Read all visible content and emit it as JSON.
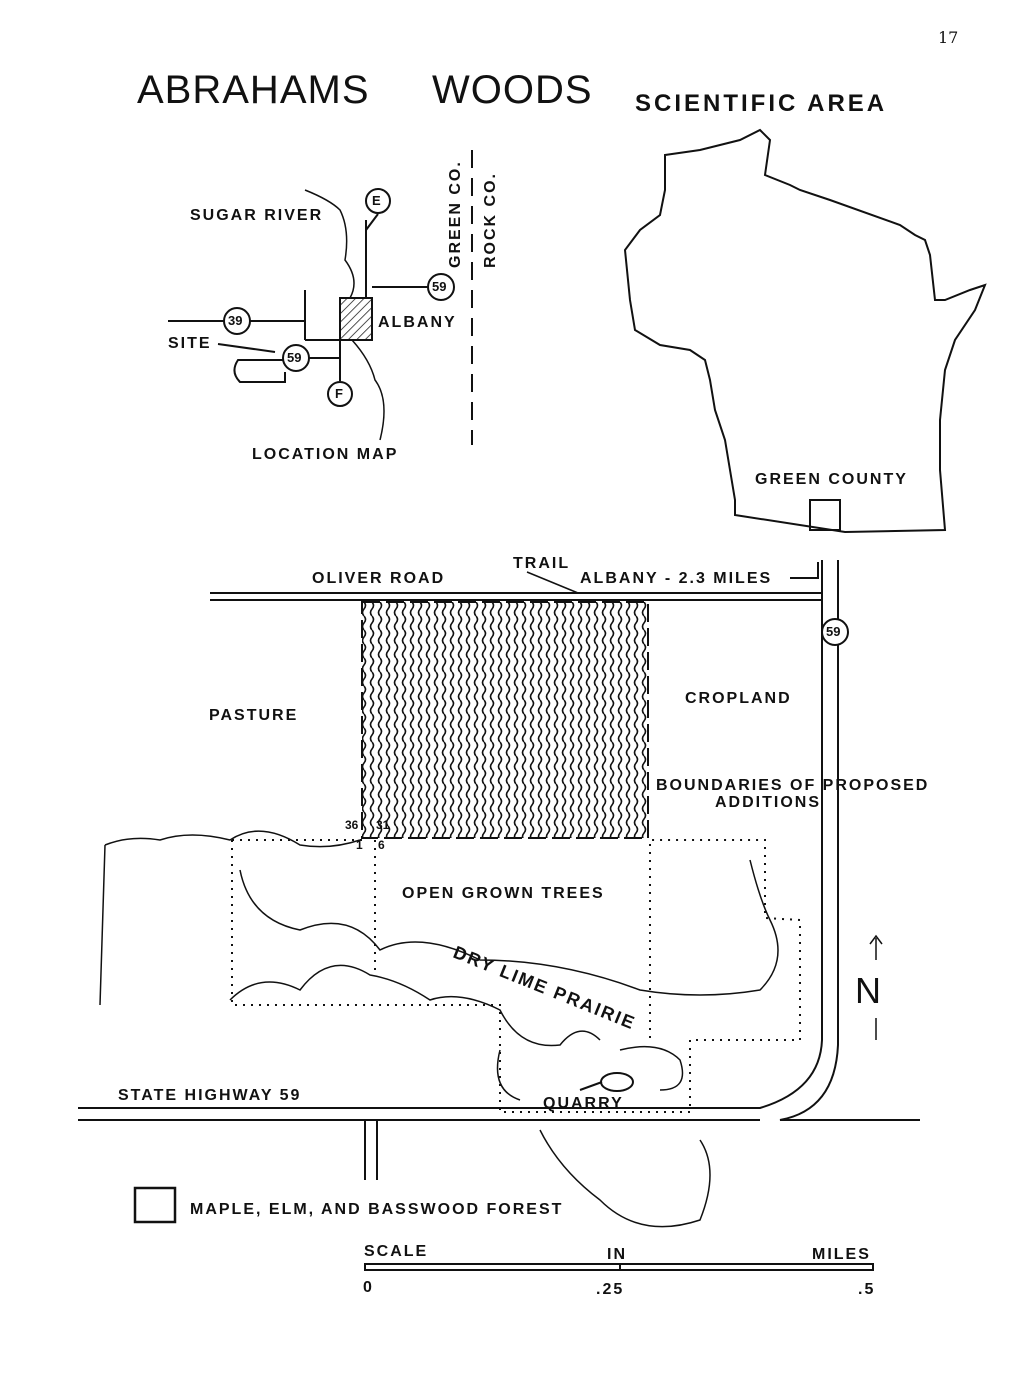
{
  "page_number": "17",
  "title": {
    "part1": "ABRAHAMS",
    "part2": "WOODS",
    "subtitle": "SCIENTIFIC AREA"
  },
  "location_map": {
    "sugar_river": "SUGAR RIVER",
    "albany": "ALBANY",
    "site": "SITE",
    "caption": "LOCATION MAP",
    "green_co": "GREEN CO.",
    "rock_co": "ROCK CO.",
    "routes": {
      "e": "E",
      "f": "F",
      "r59a": "59",
      "r59b": "59",
      "r39": "39"
    }
  },
  "state_map": {
    "county_label": "GREEN COUNTY"
  },
  "main_map": {
    "oliver_road": "OLIVER ROAD",
    "trail": "TRAIL",
    "albany_distance": "ALBANY - 2.3 MILES",
    "route_59": "59",
    "pasture": "PASTURE",
    "cropland": "CROPLAND",
    "boundaries_line1": "BOUNDARIES OF PROPOSED",
    "boundaries_line2": "ADDITIONS",
    "open_grown_trees": "OPEN GROWN TREES",
    "dry_lime_prairie": "DRY LIME PRAIRIE",
    "quarry": "QUARRY",
    "state_highway": "STATE HIGHWAY 59",
    "section_numbers": {
      "s36": "36",
      "s31": "31",
      "s1": "1",
      "s6": "6"
    },
    "north": "N"
  },
  "legend": {
    "forest": "MAPLE, ELM, AND BASSWOOD FOREST"
  },
  "scale": {
    "label": "SCALE",
    "unit_in": "IN",
    "unit_miles": "MILES",
    "ticks": [
      "0",
      ".25",
      ".5"
    ]
  }
}
